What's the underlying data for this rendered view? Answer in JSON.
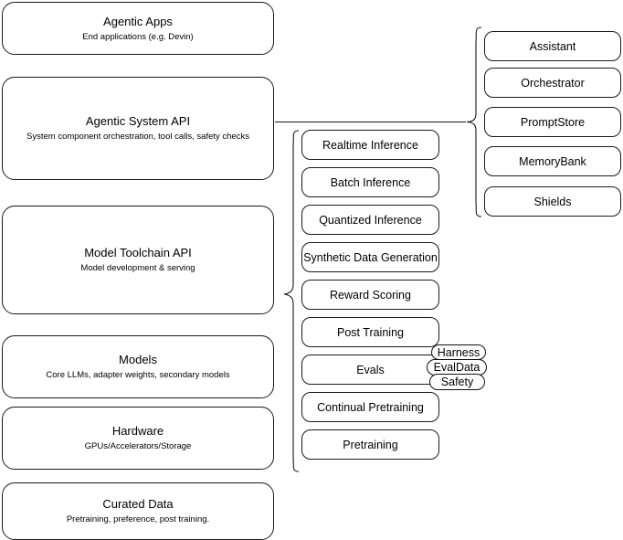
{
  "diagram": {
    "title": "Agentic stack layered architecture",
    "background_color": "#ffffff",
    "stroke_color": "#1a1a1a"
  },
  "layers": [
    {
      "name": "agentic-apps",
      "title": "Agentic Apps",
      "subtitle": "End applications (e.g. Devin)"
    },
    {
      "name": "agentic-system-api",
      "title": "Agentic System API",
      "subtitle": "System component orchestration, tool calls, safety checks"
    },
    {
      "name": "model-toolchain-api",
      "title": "Model Toolchain API",
      "subtitle": "Model development & serving"
    },
    {
      "name": "models",
      "title": "Models",
      "subtitle": "Core LLMs, adapter weights, secondary models"
    },
    {
      "name": "hardware",
      "title": "Hardware",
      "subtitle": "GPUs/Accelerators/Storage"
    },
    {
      "name": "curated-data",
      "title": "Curated Data",
      "subtitle": "Pretraining, preference, post training."
    }
  ],
  "toolchain_components": [
    {
      "name": "realtime-inference",
      "label": "Realtime Inference"
    },
    {
      "name": "batch-inference",
      "label": "Batch Inference"
    },
    {
      "name": "quantized-inference",
      "label": "Quantized Inference"
    },
    {
      "name": "synthetic-data-generation",
      "label": "Synthetic Data Generation"
    },
    {
      "name": "reward-scoring",
      "label": "Reward Scoring"
    },
    {
      "name": "post-training",
      "label": "Post Training"
    },
    {
      "name": "evals",
      "label": "Evals"
    },
    {
      "name": "continual-pretraining",
      "label": "Continual Pretraining"
    },
    {
      "name": "pretraining",
      "label": "Pretraining"
    }
  ],
  "system_components": [
    {
      "name": "assistant",
      "label": "Assistant"
    },
    {
      "name": "orchestrator",
      "label": "Orchestrator"
    },
    {
      "name": "promptstore",
      "label": "PromptStore"
    },
    {
      "name": "memorybank",
      "label": "MemoryBank"
    },
    {
      "name": "shields",
      "label": "Shields"
    }
  ],
  "eval_pills": [
    {
      "name": "harness",
      "label": "Harness"
    },
    {
      "name": "evaldata",
      "label": "EvalData"
    },
    {
      "name": "safety",
      "label": "Safety"
    }
  ]
}
